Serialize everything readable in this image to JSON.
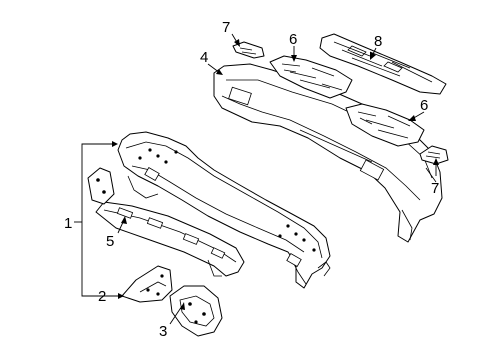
{
  "diagram": {
    "callouts": {
      "c1": "1",
      "c2": "2",
      "c3": "3",
      "c4": "4",
      "c5": "5",
      "c6a": "6",
      "c6b": "6",
      "c7a": "7",
      "c7b": "7",
      "c8": "8"
    }
  },
  "colors": {
    "line": "#000000",
    "background": "#ffffff"
  }
}
